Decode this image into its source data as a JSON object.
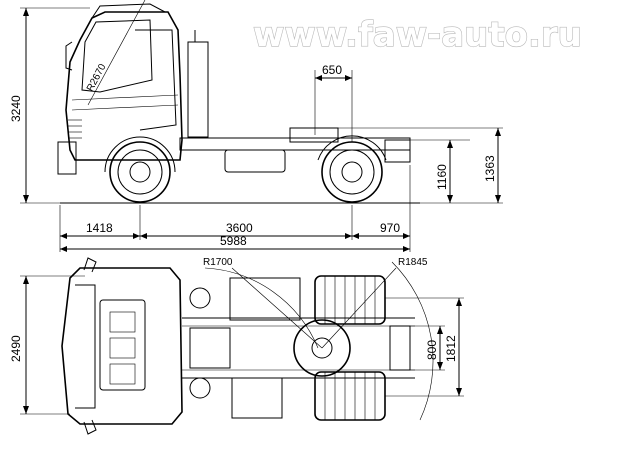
{
  "watermark": "www.faw-auto.ru",
  "side_view": {
    "height_overall": "3240",
    "cab_radius": "R2670",
    "fifth_wheel_offset": "650",
    "frame_height": "1160",
    "fifth_wheel_height": "1363",
    "front_overhang": "1418",
    "wheelbase": "3600",
    "rear_overhang": "970",
    "length_overall": "5988"
  },
  "top_view": {
    "front_radius": "R1700",
    "rear_radius": "R1845",
    "width_overall": "2490",
    "frame_width": "800",
    "track_width": "1812"
  }
}
